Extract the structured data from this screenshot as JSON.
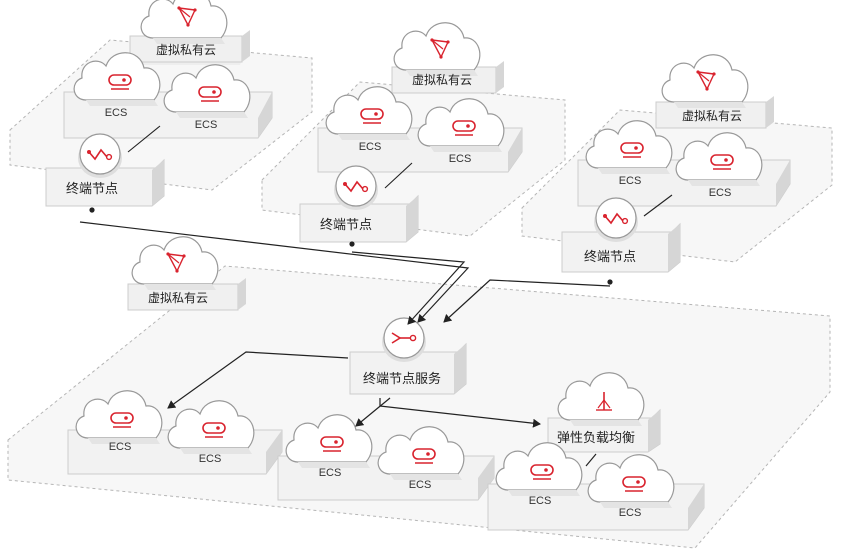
{
  "colors": {
    "accent": "#d9232e",
    "arrow": "#222222",
    "zone_border": "#b5b5b5"
  },
  "labels": {
    "vpc": "虚拟私有云",
    "ecs": "ECS",
    "endpoint": "终端节点",
    "endpoint_service": "终端节点服务",
    "elb": "弹性负载均衡"
  },
  "nodes": [
    {
      "id": "vpc1",
      "kind": "vpc",
      "icon": "vpc-icon"
    },
    {
      "id": "vpc2",
      "kind": "vpc",
      "icon": "vpc-icon"
    },
    {
      "id": "vpc3",
      "kind": "vpc",
      "icon": "vpc-icon"
    },
    {
      "id": "vpc4",
      "kind": "vpc",
      "icon": "vpc-icon"
    },
    {
      "id": "ep1",
      "kind": "endpoint",
      "icon": "endpoint-icon"
    },
    {
      "id": "ep2",
      "kind": "endpoint",
      "icon": "endpoint-icon"
    },
    {
      "id": "ep3",
      "kind": "endpoint",
      "icon": "endpoint-icon"
    },
    {
      "id": "eps",
      "kind": "endpoint_service",
      "icon": "endpoint-service-icon"
    },
    {
      "id": "elb",
      "kind": "elb",
      "icon": "elb-icon"
    }
  ],
  "edges": [
    {
      "from": "ep1",
      "to": "eps"
    },
    {
      "from": "ep2",
      "to": "eps"
    },
    {
      "from": "ep3",
      "to": "eps"
    },
    {
      "from": "eps",
      "to": "ecs-group-1"
    },
    {
      "from": "eps",
      "to": "ecs-group-2"
    },
    {
      "from": "eps",
      "to": "elb"
    },
    {
      "from": "elb",
      "to": "ecs-group-3"
    }
  ]
}
